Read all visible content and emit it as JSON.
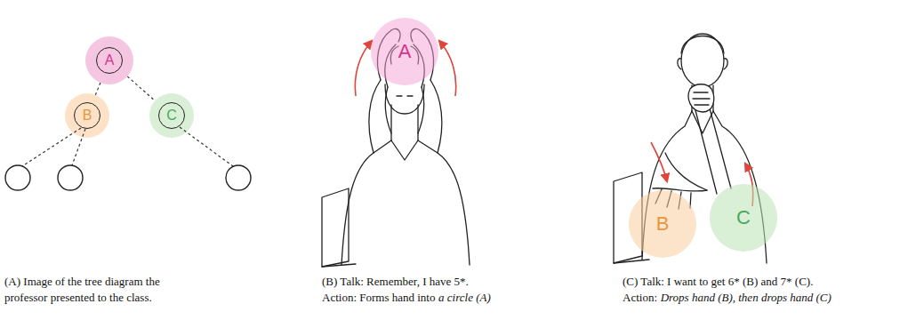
{
  "diagram": {
    "nodes": [
      {
        "text": [
          "A"
        ]
      },
      {
        "text": [
          "B"
        ]
      },
      {
        "text": [
          "C"
        ]
      },
      {
        "text": [
          "A"
        ]
      },
      {
        "text": [
          "B"
        ]
      },
      {
        "text": [
          "C"
        ]
      }
    ],
    "edges": [
      {
        "from": 0,
        "to": 1,
        "arrow": "none"
      },
      {
        "from": 0,
        "to": 2,
        "arrow": "none"
      }
    ],
    "labels": [
      "(A) Image of the tree diagram the professor presented to the class.",
      "(B) Talk: Remember, I have 5*.",
      "Action: Forms hand into",
      "a circle (A)",
      "(C) Talk: I want to get 6* (B) and 7* (C).",
      "Action:",
      "Drops hand (B), then drops hand (C)"
    ]
  }
}
